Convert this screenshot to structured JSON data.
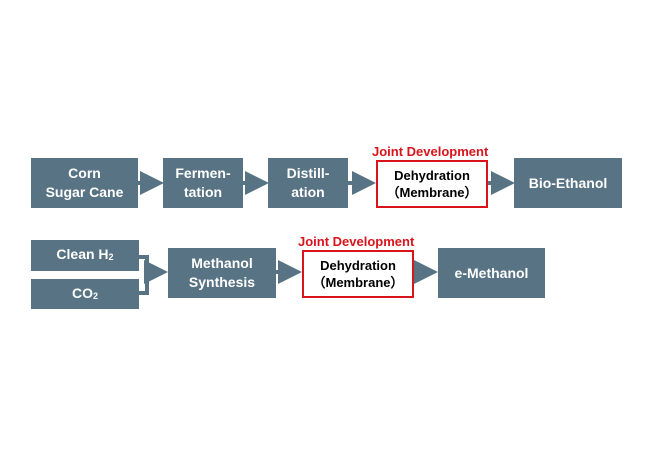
{
  "row1": {
    "corn_line1": "Corn",
    "corn_line2": "Sugar Cane",
    "fermentation_line1": "Fermen-",
    "fermentation_line2": "tation",
    "distillation_line1": "Distill-",
    "distillation_line2": "ation",
    "joint_label": "Joint Development",
    "dehydration_line1": "Dehydration",
    "dehydration_line2": "（Membrane）",
    "output": "Bio-Ethanol"
  },
  "row2": {
    "clean_h2_text": "Clean H",
    "clean_h2_sub": "2",
    "co2_text": "CO",
    "co2_sub": "2",
    "methanol_line1": "Methanol",
    "methanol_line2": "Synthesis",
    "joint_label": "Joint Development",
    "dehydration_line1": "Dehydration",
    "dehydration_line2": "（Membrane）",
    "output": "e-Methanol"
  },
  "colors": {
    "box_fill": "#587384",
    "arrow": "#587384",
    "highlight_red": "#d9141b",
    "box_text": "#ffffff"
  }
}
